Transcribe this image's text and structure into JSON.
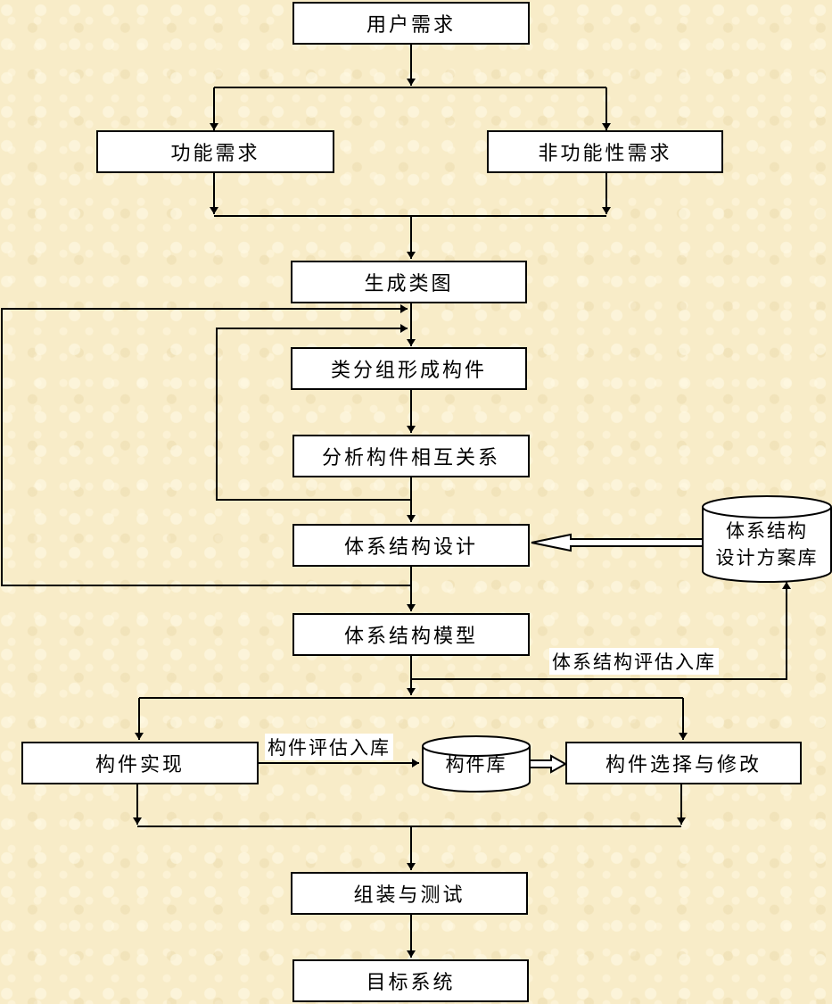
{
  "nodes": {
    "user_req": "用户需求",
    "func_req": "功能需求",
    "nonfunc_req": "非功能性需求",
    "class_diagram": "生成类图",
    "class_group": "类分组形成构件",
    "analyze_rel": "分析构件相互关系",
    "arch_design": "体系结构设计",
    "arch_model": "体系结构模型",
    "comp_impl": "构件实现",
    "comp_select": "构件选择与修改",
    "assemble_test": "组装与测试",
    "target_system": "目标系统"
  },
  "databases": {
    "arch_repo_line1": "体系结构",
    "arch_repo_line2": "设计方案库",
    "comp_repo": "构件库"
  },
  "edge_labels": {
    "arch_eval": "体系结构评估入库",
    "comp_eval": "构件评估入库"
  },
  "colors": {
    "background": "#f8ecc8",
    "box_fill": "#ffffff",
    "stroke": "#000000"
  }
}
